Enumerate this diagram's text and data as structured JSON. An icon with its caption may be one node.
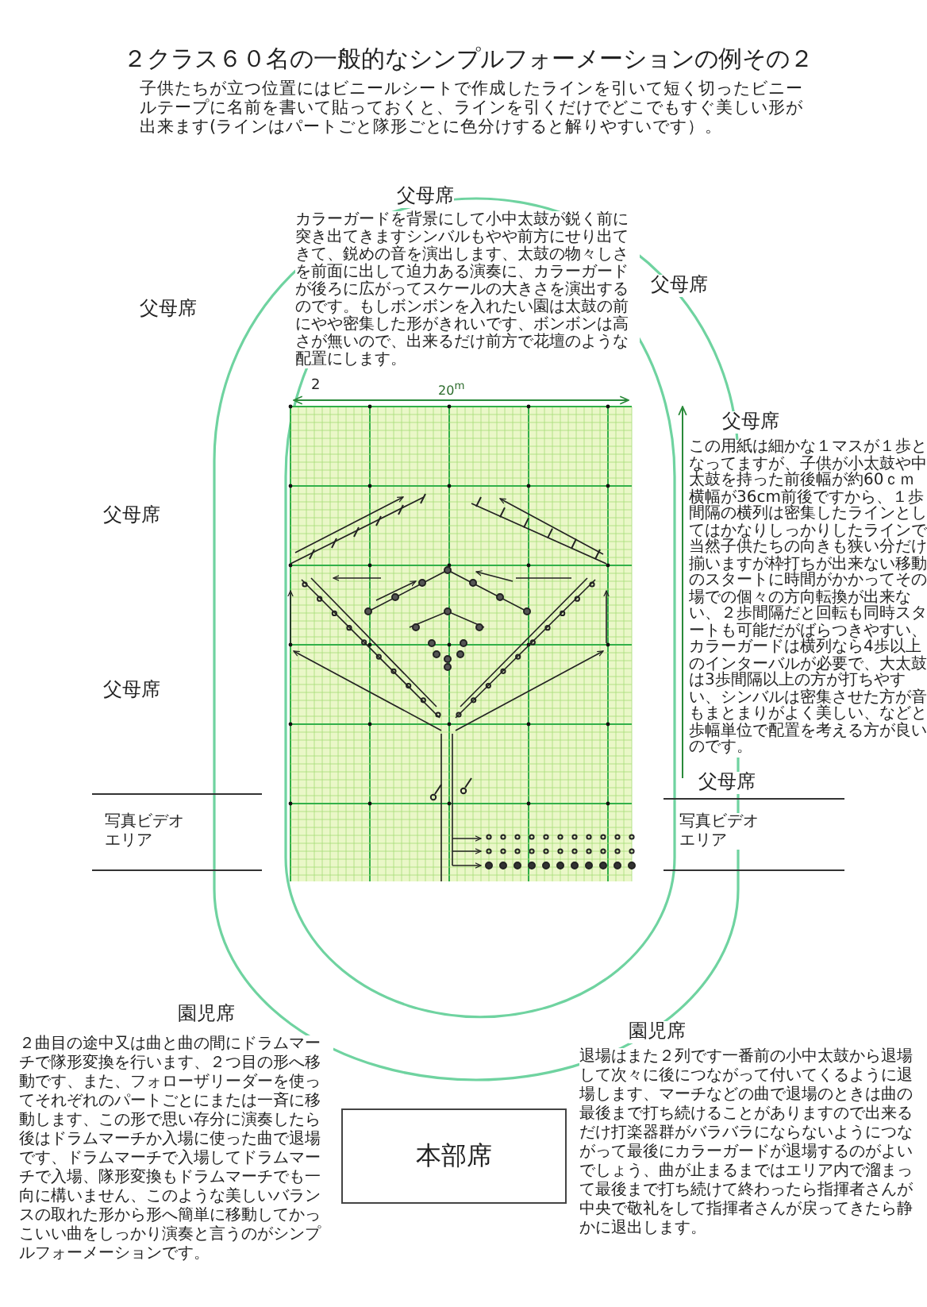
{
  "diagram": {
    "title": "２クラス６０名の一般的なシンプルフォーメーションの例その２",
    "nodes": [
      {
        "text": [
          "本部席"
        ]
      }
    ],
    "labels": [
      "子供たちが立つ位置にはビニールシートで作成したラインを引いて短く切ったビニールテープに名前を書いて貼っておくと、ラインを引くだけでどこでもすぐ美しい形が出来ます(ラインはパートごと隊形ごとに色分けすると解りやすいです）。",
      "父母席",
      "カラーガードを背景にして小中太鼓が鋭く前に突き出てきますシンバルもやや前方にせり出てきて、鋭めの音を演出します、太鼓の物々しさを前面に出して迫力ある演奏に、カラーガードが後ろに広がってスケールの大きさを演出するのです。もしボンボンを入れたい園は太鼓の前にやや密集した形がきれいです、ボンボンは高さが無いので、出来るだけ前方で花壇のような配置にします。",
      "父母席",
      "父母席",
      "20$^{m}$",
      "2",
      "父母席",
      "この用紙は細かな１マスが１歩となってますが、子供が小太鼓や中太鼓を持った前後幅が約60ｃｍ横幅が36cm前後ですから、１歩間隔の横列は密集したラインとしてはかなりしっかりしたラインで当然子供たちの向きも狭い分だけ揃いますが枠打ちが出来ない移動のスタートに時間がかかってその場での個々の方向転換が出来ない、２歩間隔だと回転も同時スタートも可能だがばらつきやすい、カラーガードは横列なら4歩以上のインターバルが必要で、大太鼓は3歩間隔以上の方が打ちやすい、シンバルは密集させた方が音もまとまりがよく美しい、などと歩幅単位で配置を考える方が良いのです。",
      "父母席",
      "父母席",
      "父母席",
      "写真ビデオエリア",
      "写真ビデオエリア",
      "園児席",
      "２曲目の途中又は曲と曲の間にドラムマーチで隊形変換を行います、２つ目の形へ移動です、また、フォローザリーダーを使ってそれぞれのパートごとにまたは一斉に移動します、この形で思い存分に演奏したら後はドラムマーチか入場に使った曲で退場です、ドラムマーチで入場してドラムマーチで入場、隊形変換もドラムマーチでも一向に構いません、このような美しいバランスの取れた形から形へ簡単に移動してかっこいい曲をしっかり演奏と言うのがシンプルフォーメーションです。",
      "園児席",
      "退場はまた２列です一番前の小中太鼓から退場して次々に後につながって付いてくるように退場します、マーチなどの曲で退場のときは曲の最後まで打ち続けることがありますので出来るだけ打楽器群がバラバラにならないようにつながって最後にカラーガードが退場するのがよいでしょう、曲が止まるまではエリア内で溜まって最後まで打ち続けて終わったら指揮者さんが中央で敬礼をして指揮者さんが戻ってきたら静かに退出します。"
    ]
  }
}
